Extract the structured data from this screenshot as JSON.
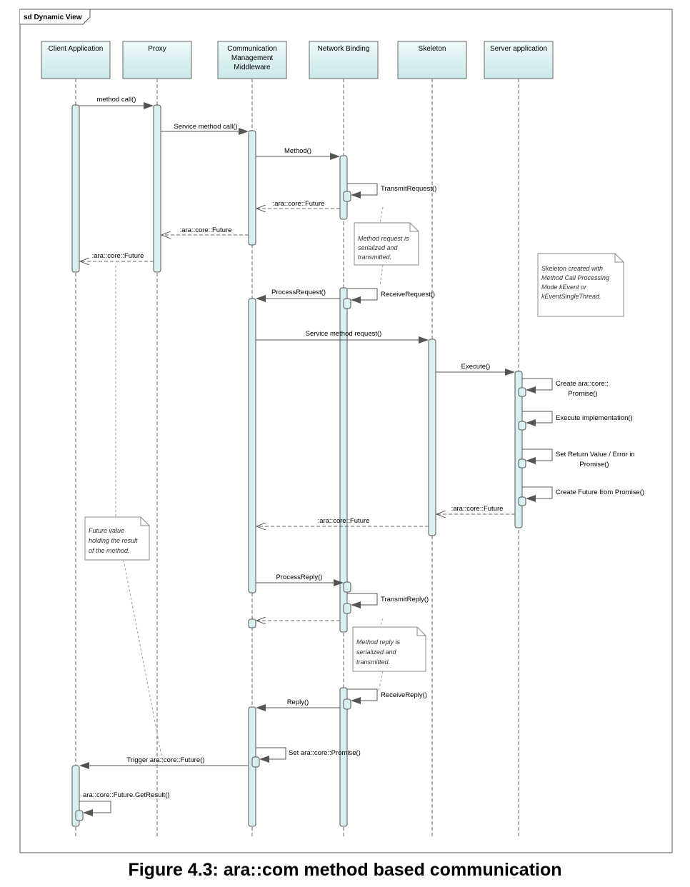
{
  "frame": {
    "label": "sd Dynamic View"
  },
  "lifelines": [
    {
      "id": "client",
      "lines": [
        "Client Application"
      ]
    },
    {
      "id": "proxy",
      "lines": [
        "Proxy"
      ]
    },
    {
      "id": "cm",
      "lines": [
        "Communication",
        "Management",
        "Middleware"
      ]
    },
    {
      "id": "nb",
      "lines": [
        "Network Binding"
      ]
    },
    {
      "id": "skeleton",
      "lines": [
        "Skeleton"
      ]
    },
    {
      "id": "server",
      "lines": [
        "Server application"
      ]
    }
  ],
  "messages": [
    {
      "id": "method-call",
      "lines": [
        "method call()"
      ]
    },
    {
      "id": "service-method-call",
      "lines": [
        "Service method call()"
      ]
    },
    {
      "id": "method",
      "lines": [
        "Method()"
      ]
    },
    {
      "id": "transmit-request",
      "lines": [
        "TransmitRequest()"
      ]
    },
    {
      "id": "future-return-1",
      "lines": [
        ":ara::core::Future"
      ]
    },
    {
      "id": "future-return-2",
      "lines": [
        ":ara::core::Future"
      ]
    },
    {
      "id": "future-return-3",
      "lines": [
        ":ara::core::Future"
      ]
    },
    {
      "id": "process-request",
      "lines": [
        "ProcessRequest()"
      ]
    },
    {
      "id": "receive-request",
      "lines": [
        "ReceiveRequest()"
      ]
    },
    {
      "id": "service-method-request",
      "lines": [
        "Service method request()"
      ]
    },
    {
      "id": "execute",
      "lines": [
        "Execute()"
      ]
    },
    {
      "id": "create-promise",
      "lines": [
        "Create ara::core::",
        "Promise()"
      ]
    },
    {
      "id": "execute-implementation",
      "lines": [
        "Execute implementation()"
      ]
    },
    {
      "id": "set-return-value",
      "lines": [
        "Set Return Value / Error in",
        "Promise()"
      ]
    },
    {
      "id": "create-future",
      "lines": [
        "Create Future from Promise()"
      ]
    },
    {
      "id": "future-return-4",
      "lines": [
        ":ara::core::Future"
      ]
    },
    {
      "id": "future-return-5",
      "lines": [
        ":ara::core::Future"
      ]
    },
    {
      "id": "process-reply",
      "lines": [
        "ProcessReply()"
      ]
    },
    {
      "id": "transmit-reply",
      "lines": [
        "TransmitReply()"
      ]
    },
    {
      "id": "receive-reply",
      "lines": [
        "ReceiveReply()"
      ]
    },
    {
      "id": "reply",
      "lines": [
        "Reply()"
      ]
    },
    {
      "id": "set-promise",
      "lines": [
        "Set ara::core::Promise()"
      ]
    },
    {
      "id": "trigger-future",
      "lines": [
        "Trigger ara::core::Future()"
      ]
    },
    {
      "id": "get-result",
      "lines": [
        "ara::core::Future.GetResult()"
      ]
    }
  ],
  "notes": [
    {
      "id": "method-request-note",
      "lines": [
        "Method request is",
        "serialized and",
        "transmitted."
      ]
    },
    {
      "id": "skeleton-note",
      "lines": [
        "Skeleton created with",
        "Method Call Processing",
        "Mode kEvent or",
        "kEventSingleThread."
      ]
    },
    {
      "id": "future-value-note",
      "lines": [
        "Future value",
        "holding the result",
        "of the method."
      ]
    },
    {
      "id": "method-reply-note",
      "lines": [
        "Method reply is",
        "serialized and",
        "transmitted."
      ]
    }
  ],
  "caption": "Figure 4.3: ara::com method based communication",
  "colors": {
    "lifeline_fill_top": "#eef9f9",
    "lifeline_fill_bottom": "#cdeaea",
    "activation_fill": "#d9f0f2",
    "stroke": "#555555",
    "note_fill": "#ffffff"
  }
}
